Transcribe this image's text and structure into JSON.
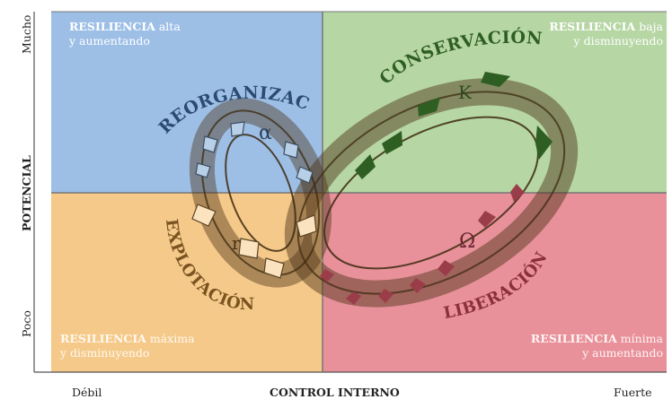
{
  "quadrants": {
    "top_left": {
      "strong": "RESILIENCIA",
      "rest": "alta",
      "line2": "y aumentando"
    },
    "top_right": {
      "strong": "RESILIENCIA",
      "rest": "baja",
      "line2": "y disminuyendo"
    },
    "bottom_left": {
      "strong": "RESILIENCIA",
      "rest": "máxima",
      "line2": "y disminuyendo"
    },
    "bottom_right": {
      "strong": "RESILIENCIA",
      "rest": "mínima",
      "line2": "y aumentando"
    }
  },
  "phases": {
    "reorganizacion": {
      "label": "REORGANIZACIÓN",
      "symbol": "α"
    },
    "conservacion": {
      "label": "CONSERVACIÓN",
      "symbol": "K"
    },
    "explotacion": {
      "label": "EXPLOTACIÓN",
      "symbol": "r"
    },
    "liberacion": {
      "label": "LIBERACIÓN",
      "symbol": "Ω"
    }
  },
  "y_axis": {
    "top": "Mucho",
    "title": "POTENCIAL",
    "bottom": "Poco"
  },
  "x_axis": {
    "left": "Débil",
    "title": "CONTROL INTERNO",
    "right": "Fuerte"
  },
  "colors": {
    "blue": "#9dbfe6",
    "green": "#b6d6a4",
    "orange": "#f5c98a",
    "red": "#e8919a",
    "loop_stroke": "#5a3d1a"
  }
}
